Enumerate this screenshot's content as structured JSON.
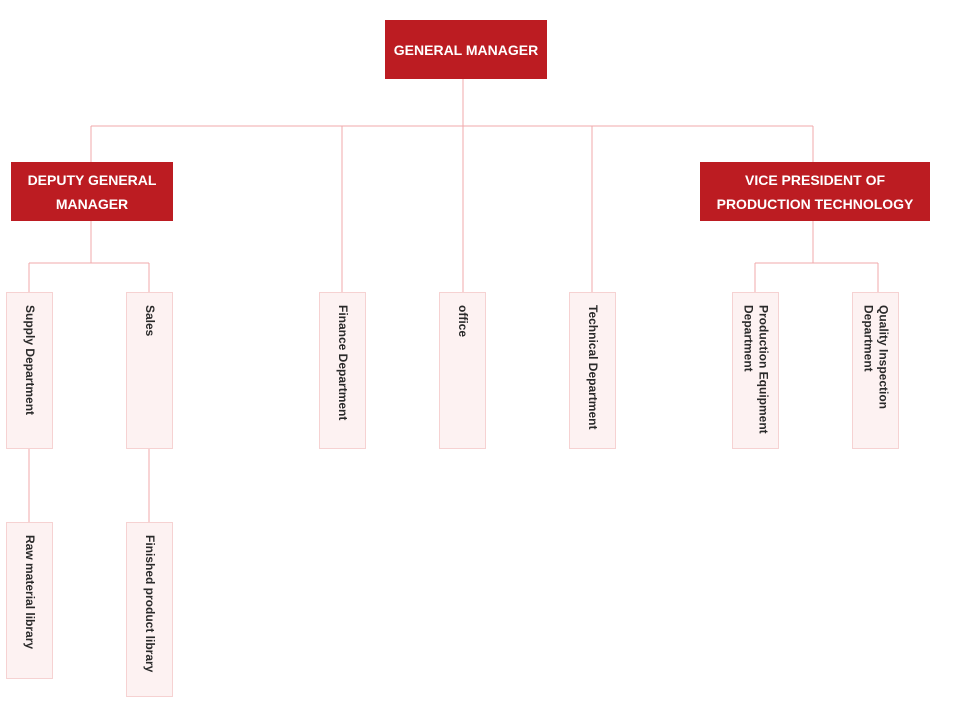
{
  "chart": {
    "root": "GENERAL MANAGER",
    "deputy": "DEPUTY GENERAL MANAGER",
    "vice": "VICE PRESIDENT OF PRODUCTION TECHNOLOGY",
    "supply": "Supply Department",
    "sales": "Sales",
    "finance": "Finance Department",
    "office": "office",
    "technical": "Technical Department",
    "production_equipment": "Production Equipment Department",
    "quality_inspection": "Quality Inspection Department",
    "raw_material": "Raw material library",
    "finished_product": "Finished product library"
  },
  "colors": {
    "primary": "#bc1c22",
    "node_bg": "#fdf2f2",
    "node_border": "#f6d2d2",
    "connector": "#f0a9ab"
  }
}
